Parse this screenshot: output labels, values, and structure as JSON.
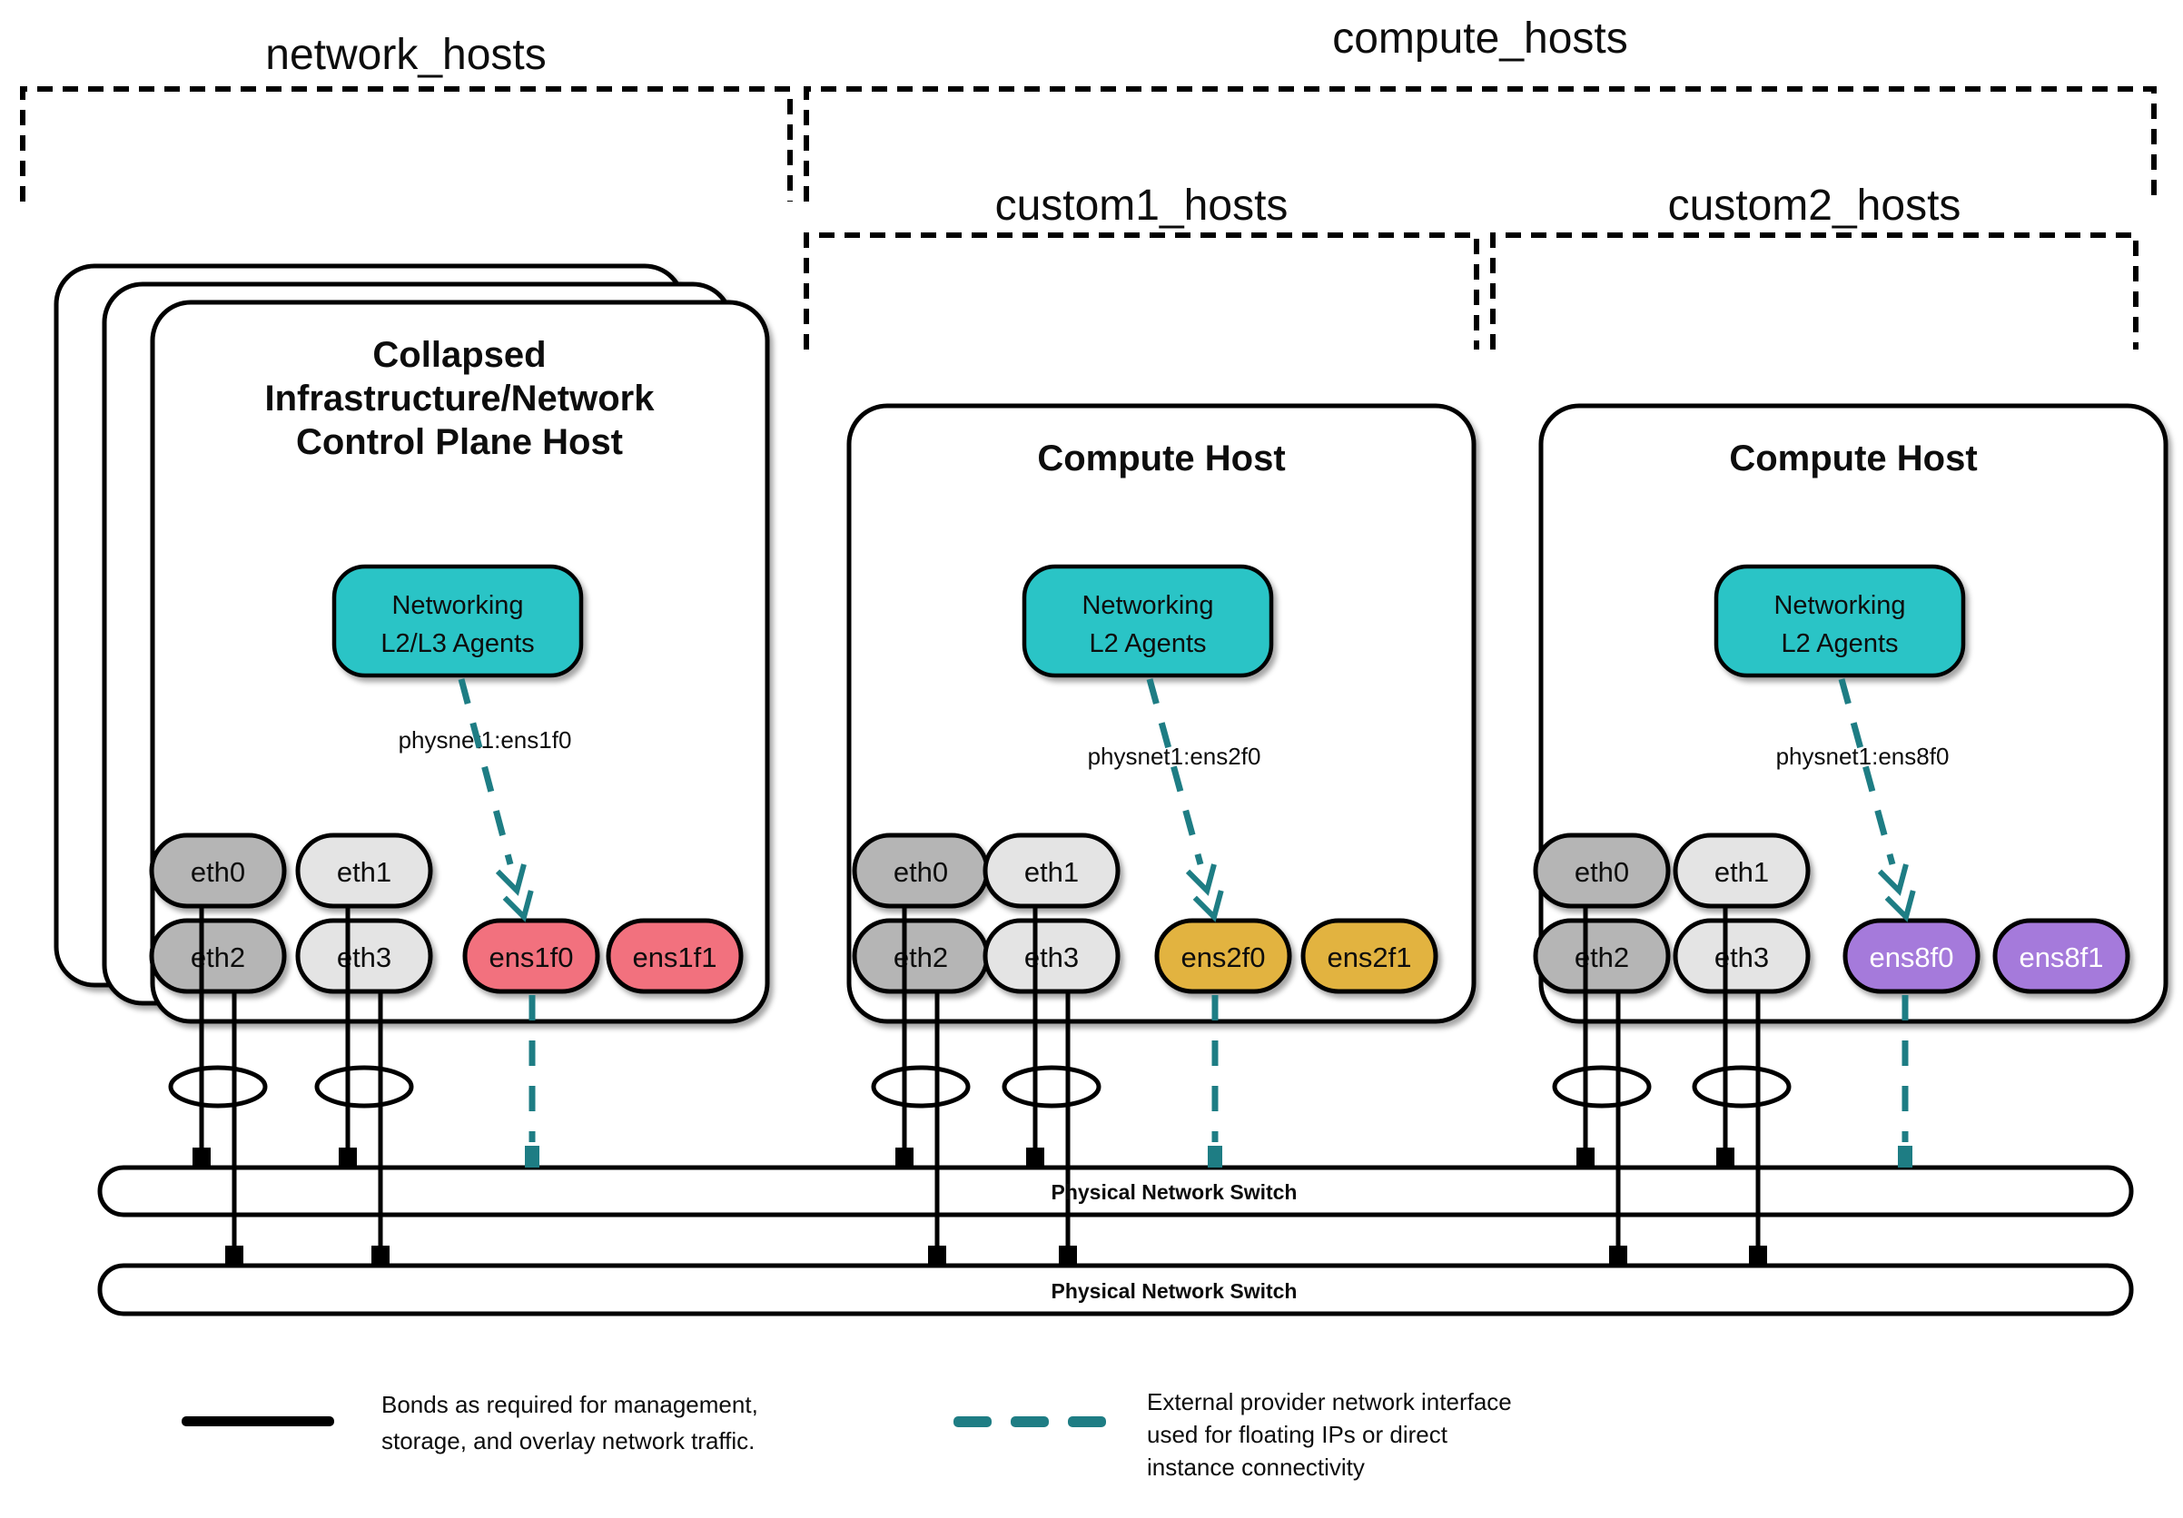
{
  "groups": {
    "network": {
      "label": "network_hosts"
    },
    "compute": {
      "label": "compute_hosts"
    },
    "custom1": {
      "label": "custom1_hosts"
    },
    "custom2": {
      "label": "custom2_hosts"
    }
  },
  "hosts": {
    "control": {
      "title": [
        "Collapsed",
        "Infrastructure/Network",
        "Control Plane Host"
      ],
      "agent": [
        "Networking",
        "L2/L3 Agents"
      ],
      "physnet": "physnet1:ens1f0",
      "nics": [
        "eth0",
        "eth1",
        "eth2",
        "eth3",
        "ens1f0",
        "ens1f1"
      ]
    },
    "compute1": {
      "title": "Compute Host",
      "agent": [
        "Networking",
        "L2 Agents"
      ],
      "physnet": "physnet1:ens2f0",
      "nics": [
        "eth0",
        "eth1",
        "eth2",
        "eth3",
        "ens2f0",
        "ens2f1"
      ]
    },
    "compute2": {
      "title": "Compute Host",
      "agent": [
        "Networking",
        "L2 Agents"
      ],
      "physnet": "physnet1:ens8f0",
      "nics": [
        "eth0",
        "eth1",
        "eth2",
        "eth3",
        "ens8f0",
        "ens8f1"
      ]
    }
  },
  "switches": [
    {
      "label": "Physical Network Switch"
    },
    {
      "label": "Physical Network Switch"
    }
  ],
  "legend": {
    "bond": {
      "lines": [
        "Bonds as required for management,",
        "storage, and overlay network traffic."
      ]
    },
    "provider": {
      "lines": [
        "External provider network interface",
        "used for floating IPs or direct",
        "instance connectivity"
      ]
    }
  },
  "colors": {
    "agent_teal": "#29C4C6",
    "provider_teal": "#1E7D84",
    "nic_pink": "#F2717E",
    "nic_gold": "#E2B33F",
    "nic_purple": "#A57ADB",
    "nic_gray_dark": "#B5B5B5",
    "nic_gray_light": "#E4E4E4"
  }
}
